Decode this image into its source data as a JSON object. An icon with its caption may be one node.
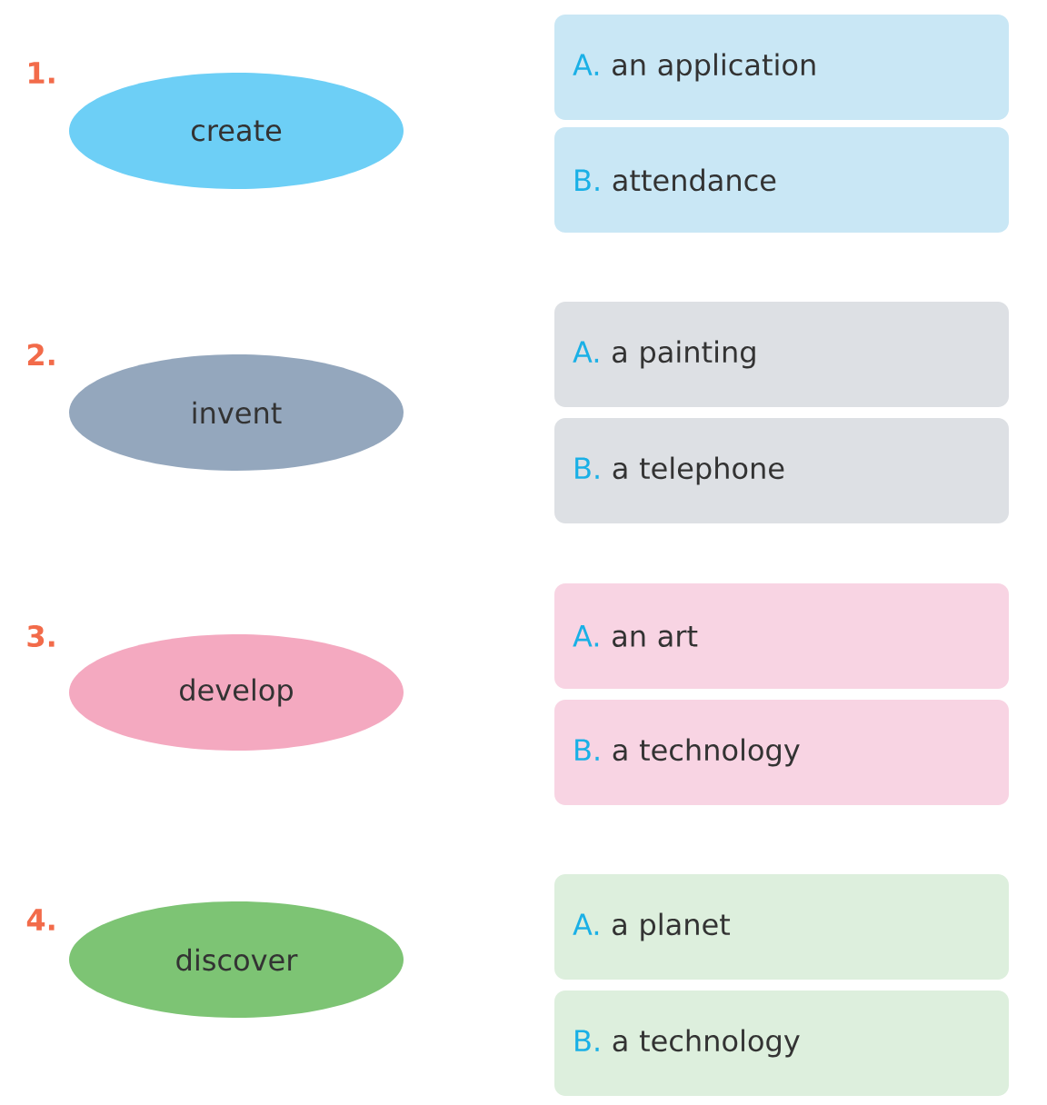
{
  "diagram": {
    "nodes": [
      {
        "text": [
          "create"
        ],
        "beside": [
          "1."
        ]
      },
      {
        "text": [
          "A.",
          "an application"
        ]
      },
      {
        "text": [
          "B.",
          "attendance"
        ]
      },
      {
        "text": [
          "invent"
        ],
        "beside": [
          "2."
        ]
      },
      {
        "text": [
          "A.",
          "a painting"
        ]
      },
      {
        "text": [
          "B.",
          "a telephone"
        ]
      },
      {
        "text": [
          "develop"
        ],
        "beside": [
          "3."
        ]
      },
      {
        "text": [
          "A.",
          "an art"
        ]
      },
      {
        "text": [
          "B.",
          "a technology"
        ]
      },
      {
        "text": [
          "discover"
        ],
        "beside": [
          "4."
        ]
      },
      {
        "text": [
          "A.",
          "a planet"
        ]
      },
      {
        "text": [
          "B.",
          "a technology"
        ]
      }
    ]
  }
}
